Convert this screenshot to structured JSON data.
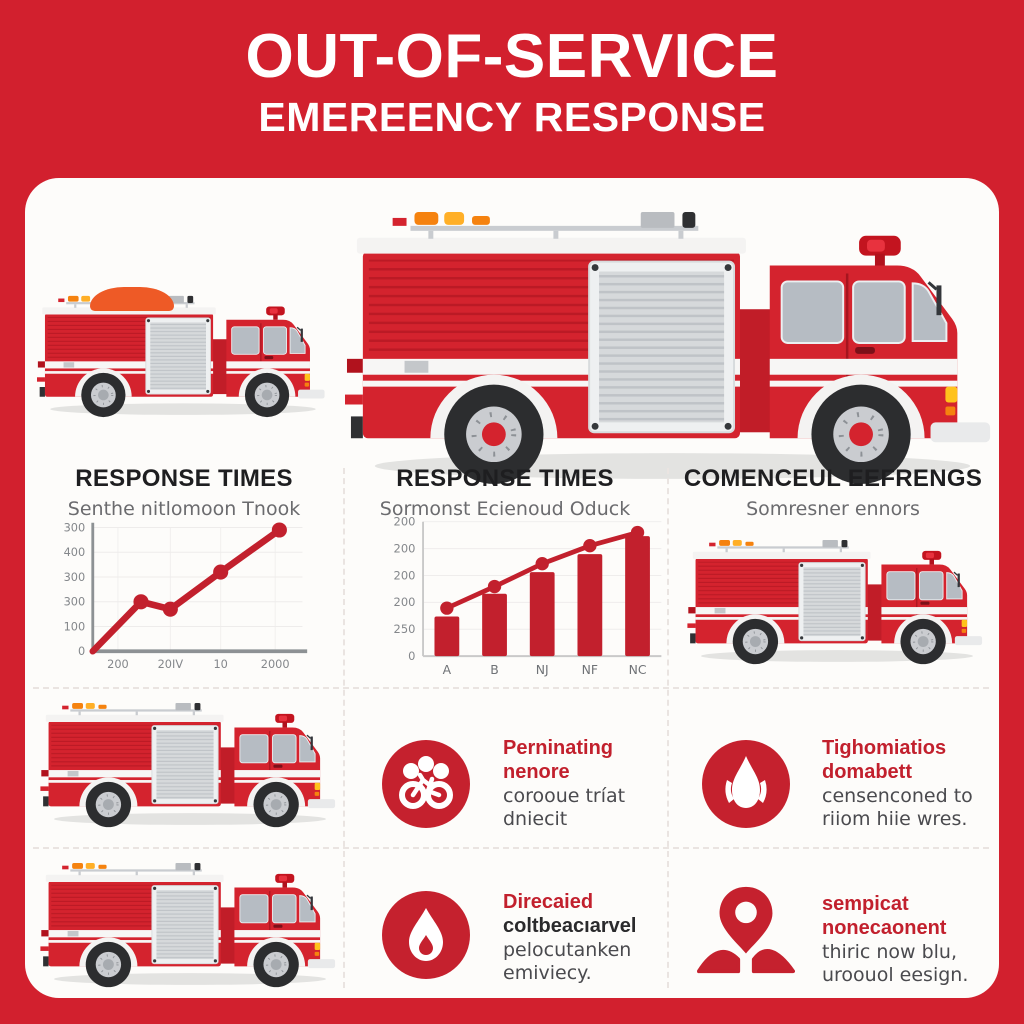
{
  "title": {
    "line1": "OUT-OF-SERVICE",
    "line2": "EMEREENCY RESPONSE"
  },
  "columns": [
    {
      "heading": "RESPONSE TIMES",
      "subtitle": "Senthe nitlomoon Tnook"
    },
    {
      "heading": "RESPONSE TIMES",
      "subtitle": "Sormonst Ecienoud Oduck"
    },
    {
      "heading": "COMENCEUL EEFRENGS",
      "subtitle": "Somresner ennors"
    }
  ],
  "chart_data": [
    {
      "type": "line",
      "title": "RESPONSE TIMES",
      "subtitle": "Senthe nitlomoon Tnook",
      "x_tick_labels": [
        "200",
        "20IV",
        "10",
        "2000"
      ],
      "x_tick_positions": [
        0.12,
        0.37,
        0.61,
        0.87
      ],
      "y_tick_labels_bottom_to_top": [
        "0",
        "100",
        "300",
        "300",
        "400",
        "300"
      ],
      "value_max": 500,
      "points": [
        {
          "x": 0.0,
          "value": 0,
          "dot": false
        },
        {
          "x": 0.23,
          "value": 200,
          "dot": true
        },
        {
          "x": 0.37,
          "value": 170,
          "dot": true
        },
        {
          "x": 0.61,
          "value": 320,
          "dot": true
        },
        {
          "x": 0.89,
          "value": 490,
          "dot": true
        }
      ],
      "line_color": "#c2202d",
      "grid": true,
      "legend": false
    },
    {
      "type": "bar",
      "title": "RESPONSE TIMES",
      "subtitle": "Sormonst Ecienoud Oduck",
      "categories": [
        "A",
        "B",
        "NJ",
        "NF",
        "NC"
      ],
      "bar_values": [
        33,
        52,
        70,
        85,
        100
      ],
      "trend_line_values": [
        40,
        58,
        77,
        92,
        103
      ],
      "y_tick_labels_bottom_to_top": [
        "0",
        "250",
        "200",
        "200",
        "200",
        "200"
      ],
      "ylim": [
        0,
        112
      ],
      "bar_color": "#c2202d",
      "grid": true,
      "legend": false
    }
  ],
  "features": [
    {
      "icon": "bicycle-network-icon",
      "title1": "Perninating",
      "title2": "nenore",
      "body1": "corooue tríat",
      "body2": "dniecit"
    },
    {
      "icon": "flame-icon",
      "title1": "Tighomiatios",
      "title2": "domabett",
      "body1": "censenconed to",
      "body2": "riiom hiie wres."
    },
    {
      "icon": "water-drop-icon",
      "title1": "Direcaied",
      "title2": "coltbeacıarvel",
      "body1": "pelocutanken",
      "body2": "emiviecy."
    },
    {
      "icon": "map-pin-icon",
      "title1": "sempicat",
      "title2": "nonecaonent",
      "body1": "thiric now blu,",
      "body2": "uroouol eesign."
    }
  ],
  "colors": {
    "background_red": "#d2202e",
    "card_white": "#fdfcfa",
    "chart_red": "#c2202d",
    "icon_circle_red": "#c5212e",
    "heading_dark": "#1e1e20",
    "subtitle_gray": "#6b6b6e",
    "body_gray": "#4a4a4e",
    "tick_gray": "#84878b"
  }
}
